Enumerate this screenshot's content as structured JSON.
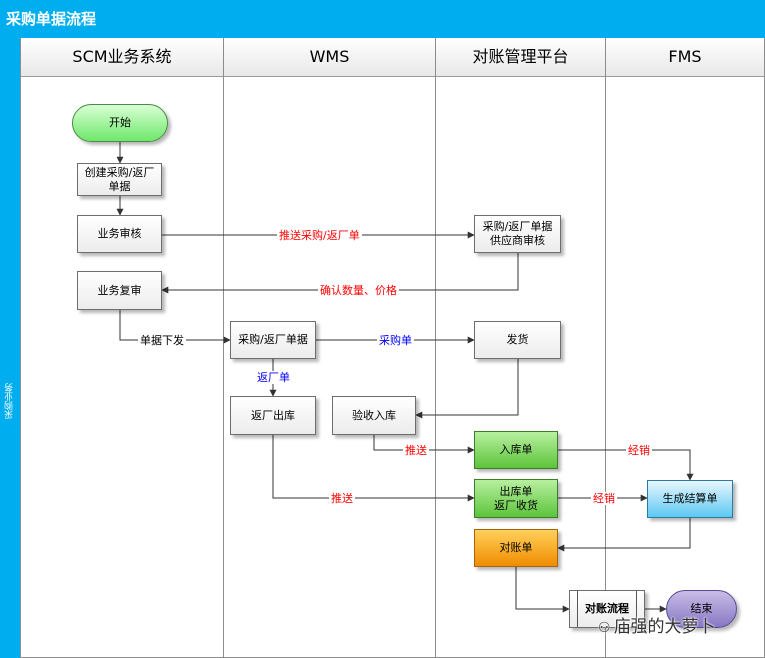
{
  "title": "采购单据流程",
  "side_label": "采购业务",
  "lanes": [
    "SCM业务系统",
    "WMS",
    "对账管理平台",
    "FMS"
  ],
  "nodes": {
    "start": "开始",
    "create_order": "创建采购/返厂\n单据",
    "business_review": "业务审核",
    "supplier_review": "采购/返厂单据\n供应商审核",
    "business_recheck": "业务复审",
    "wms_order": "采购/返厂单据",
    "ship": "发货",
    "return_out": "返厂出库",
    "inspect_in": "验收入库",
    "in_order": "入库单",
    "out_order": "出库单\n返厂收货",
    "settlement": "生成结算单",
    "reconcile": "对账单",
    "recon_flow": "对账流程",
    "end": "结束"
  },
  "edge_labels": {
    "push_order": "推送采购/返厂单",
    "confirm_price": "确认数量、价格",
    "dispatch": "单据下发",
    "purchase_order": "采购单",
    "return_order": "返厂单",
    "push1": "推送",
    "push2": "推送",
    "expense1": "经销",
    "expense2": "经销"
  },
  "colors": {
    "header_blue": "#00aeef",
    "red_label": "#ff0000",
    "blue_label": "#0000ff"
  },
  "watermark": "庙强的大萝卜"
}
